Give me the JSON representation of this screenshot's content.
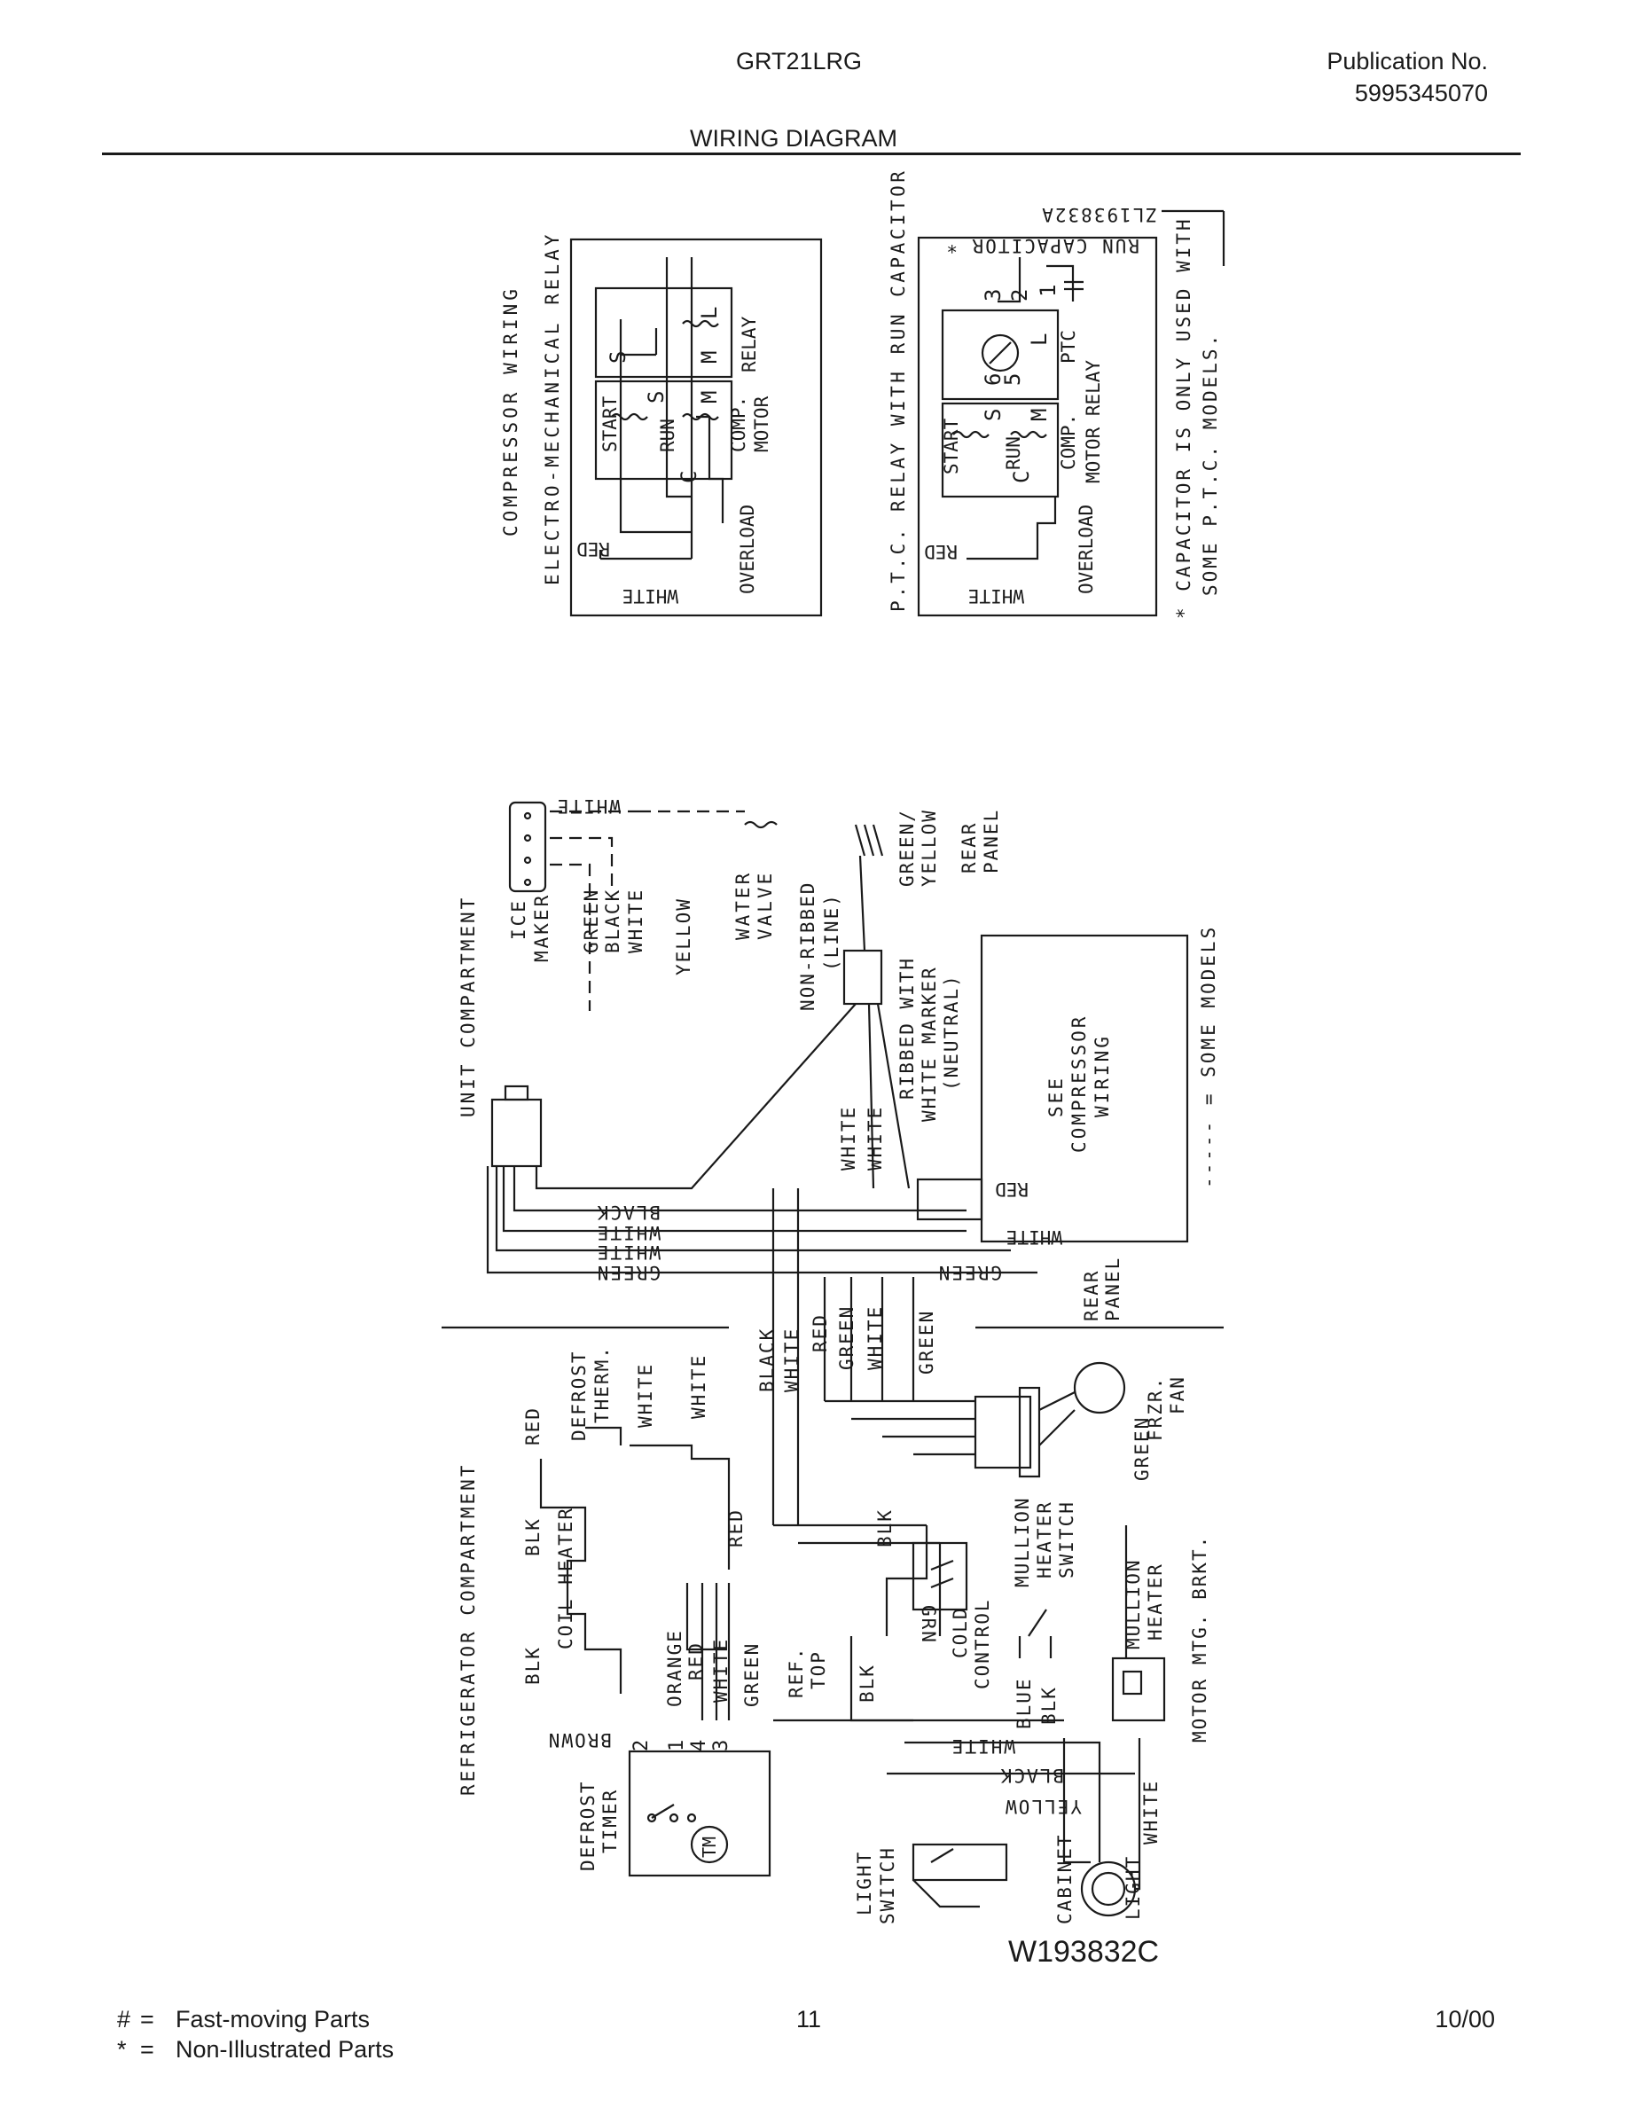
{
  "header": {
    "model": "GRT21LRG",
    "publication_label": "Publication No.",
    "publication_number": "5995345070",
    "title": "WIRING DIAGRAM"
  },
  "compressor_em": {
    "title1": "COMPRESSOR WIRING",
    "title2": "ELECTRO-MECHANICAL RELAY",
    "start": "START",
    "run": "RUN",
    "s": "S",
    "m": "M",
    "c": "C",
    "l": "L",
    "comp_motor1": "COMP.",
    "comp_motor2": "MOTOR",
    "relay": "RELAY",
    "overload": "OVERLOAD",
    "red": "RED",
    "white": "WHITE"
  },
  "compressor_ptc": {
    "title": "P.T.C. RELAY WITH RUN CAPACITOR",
    "start": "START",
    "run": "RUN",
    "s": "S",
    "m": "M",
    "c": "C",
    "l": "L",
    "n1": "1",
    "n2": "2",
    "n3": "3",
    "n5": "5",
    "n6": "6",
    "comp": "COMP.",
    "motor_relay": "MOTOR RELAY",
    "ptc": "PTC",
    "overload": "OVERLOAD",
    "red": "RED",
    "white": "WHITE",
    "run_capacitor": "RUN CAPACITOR *",
    "drawing_no": "ZL193832A",
    "note1": "* CAPACITOR IS ONLY USED WITH",
    "note2": "SOME P.T.C. MODELS."
  },
  "main": {
    "unit_compartment": "UNIT COMPARTMENT",
    "refrigerator_compartment": "REFRIGERATOR COMPARTMENT",
    "ice": "ICE",
    "maker": "MAKER",
    "green": "GREEN",
    "black": "BLACK",
    "white": "WHITE",
    "yellow": "YELLOW",
    "water": "WATER",
    "valve": "VALVE",
    "non_ribbed": "NON-RIBBED",
    "line": "(LINE)",
    "green_yellow1": "GREEN/",
    "green_yellow2": "YELLOW",
    "rear": "REAR",
    "panel": "PANEL",
    "ribbed1": "RIBBED WITH",
    "ribbed2": "WHITE MARKER",
    "neutral": "(NEUTRAL)",
    "see": "SEE",
    "compressor": "COMPRESSOR",
    "wiring": "WIRING",
    "some_models": "----- = SOME MODELS",
    "red": "RED",
    "defrost": "DEFROST",
    "therm": "THERM.",
    "blk": "BLK",
    "coil_heater": "COIL HEATER",
    "brown": "BROWN",
    "orange": "ORANGE",
    "n1": "1",
    "n2": "2",
    "n3": "3",
    "n4": "4",
    "defrost_timer1": "DEFROST",
    "defrost_timer2": "TIMER",
    "tm": "TM",
    "ref": "REF.",
    "top": "TOP",
    "grn": "GRN",
    "cold": "COLD",
    "control": "CONTROL",
    "mullion": "MULLION",
    "heater": "HEATER",
    "switch": "SWITCH",
    "blue": "BLUE",
    "frzr": "FRZR.",
    "fan": "FAN",
    "motor_mtg": "MOTOR MTG. BRKT.",
    "light": "LIGHT",
    "cabinet": "CABINET",
    "light_switch1": "LIGHT",
    "light_switch2": "SWITCH"
  },
  "drawing_number": "W193832C",
  "footer": {
    "legend1_symbol": "#",
    "legend1_text": "Fast-moving Parts",
    "legend2_symbol": "*",
    "legend2_text": "Non-Illustrated Parts",
    "equals": "=",
    "page": "11",
    "date": "10/00"
  }
}
